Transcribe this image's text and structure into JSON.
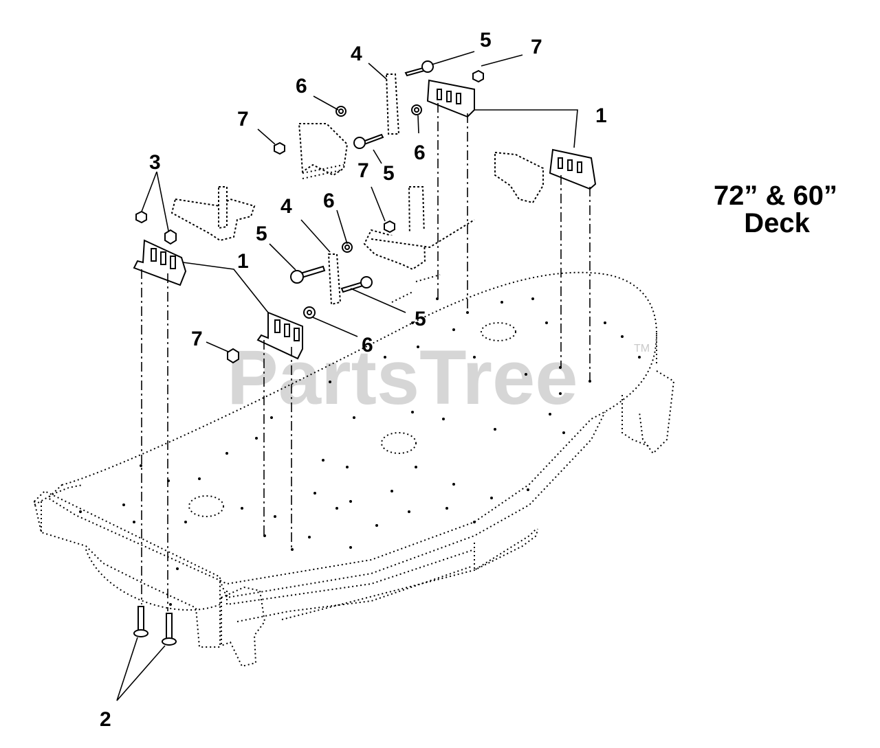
{
  "diagram": {
    "deck_label": [
      "72” & 60”",
      "Deck"
    ],
    "watermark": "PartsTree",
    "watermark_mark": "TM",
    "callouts": [
      {
        "id": "c1a",
        "text": "1"
      },
      {
        "id": "c1b",
        "text": "1"
      },
      {
        "id": "c2",
        "text": "2"
      },
      {
        "id": "c3",
        "text": "3"
      },
      {
        "id": "c4a",
        "text": "4"
      },
      {
        "id": "c4b",
        "text": "4"
      },
      {
        "id": "c5a",
        "text": "5"
      },
      {
        "id": "c5b",
        "text": "5"
      },
      {
        "id": "c5c",
        "text": "5"
      },
      {
        "id": "c5d",
        "text": "5"
      },
      {
        "id": "c6a",
        "text": "6"
      },
      {
        "id": "c6b",
        "text": "6"
      },
      {
        "id": "c6c",
        "text": "6"
      },
      {
        "id": "c6d",
        "text": "6"
      },
      {
        "id": "c7a",
        "text": "7"
      },
      {
        "id": "c7b",
        "text": "7"
      },
      {
        "id": "c7c",
        "text": "7"
      },
      {
        "id": "c7d",
        "text": "7"
      }
    ]
  }
}
